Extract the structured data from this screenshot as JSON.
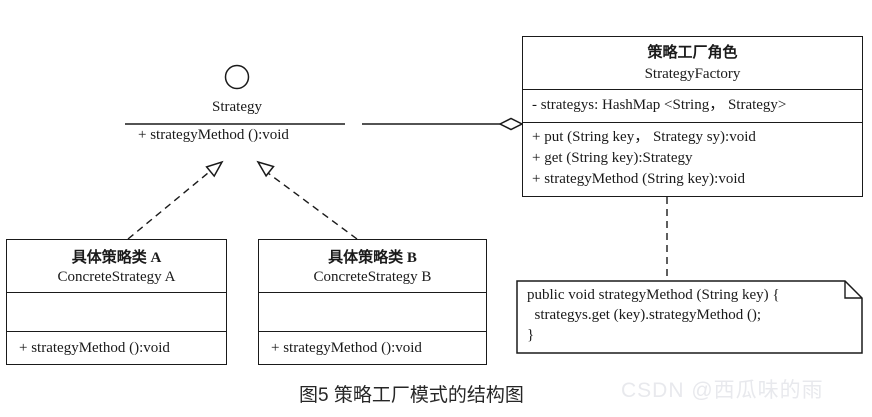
{
  "colors": {
    "background": "#ffffff",
    "line": "#1a1a1a",
    "caption_text": "#262626",
    "watermark_text": "#e8e9ed"
  },
  "icons": {
    "interface-lollipop": "hollow-circle",
    "aggregation-diamond": "hollow-diamond",
    "realization-arrowhead": "hollow-triangle",
    "note-fold": "dog-ear-corner"
  },
  "interface": {
    "name": "Strategy",
    "method": "+ strategyMethod ():void"
  },
  "factory": {
    "title_zh": "策略工厂角色",
    "title_en": "StrategyFactory",
    "attribute": "- strategys: HashMap <String， Strategy>",
    "methods": [
      "+ put (String key， Strategy sy):void",
      "+ get (String key):Strategy",
      "+ strategyMethod (String key):void"
    ]
  },
  "concrete_a": {
    "title_zh": "具体策略类 A",
    "title_en": "ConcreteStrategy A",
    "method": "+ strategyMethod ():void"
  },
  "concrete_b": {
    "title_zh": "具体策略类 B",
    "title_en": "ConcreteStrategy B",
    "method": "+ strategyMethod ():void"
  },
  "note": {
    "lines": [
      "public void strategyMethod (String key) {",
      "  strategys.get (key).strategyMethod ();",
      "}"
    ]
  },
  "caption": "图5 策略工厂模式的结构图",
  "watermark": "CSDN @西瓜味的雨"
}
